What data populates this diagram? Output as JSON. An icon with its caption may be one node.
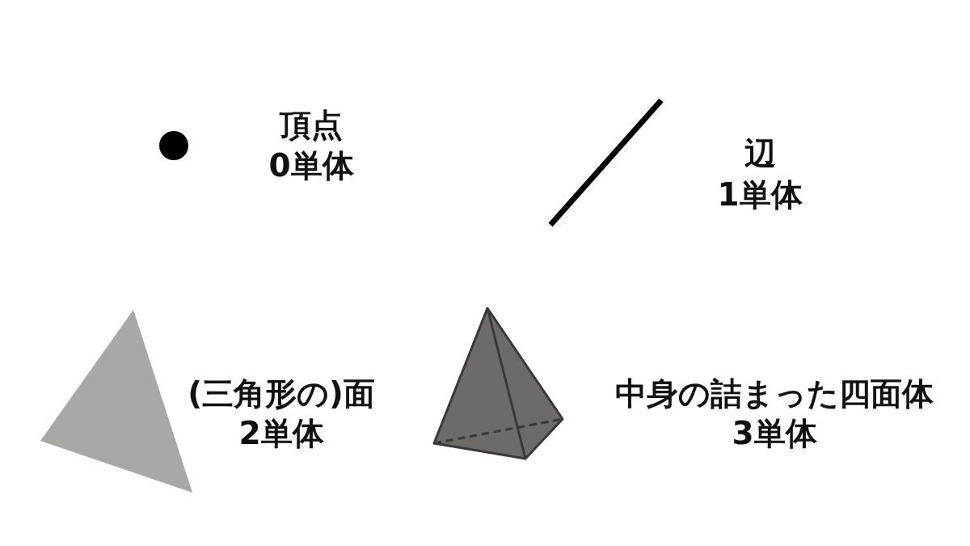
{
  "diagram": {
    "labels": [
      "頂点",
      "0単体",
      "辺",
      "1単体",
      "(三角形の)面",
      "2単体",
      "中身の詰まった四面体",
      "3単体"
    ]
  }
}
